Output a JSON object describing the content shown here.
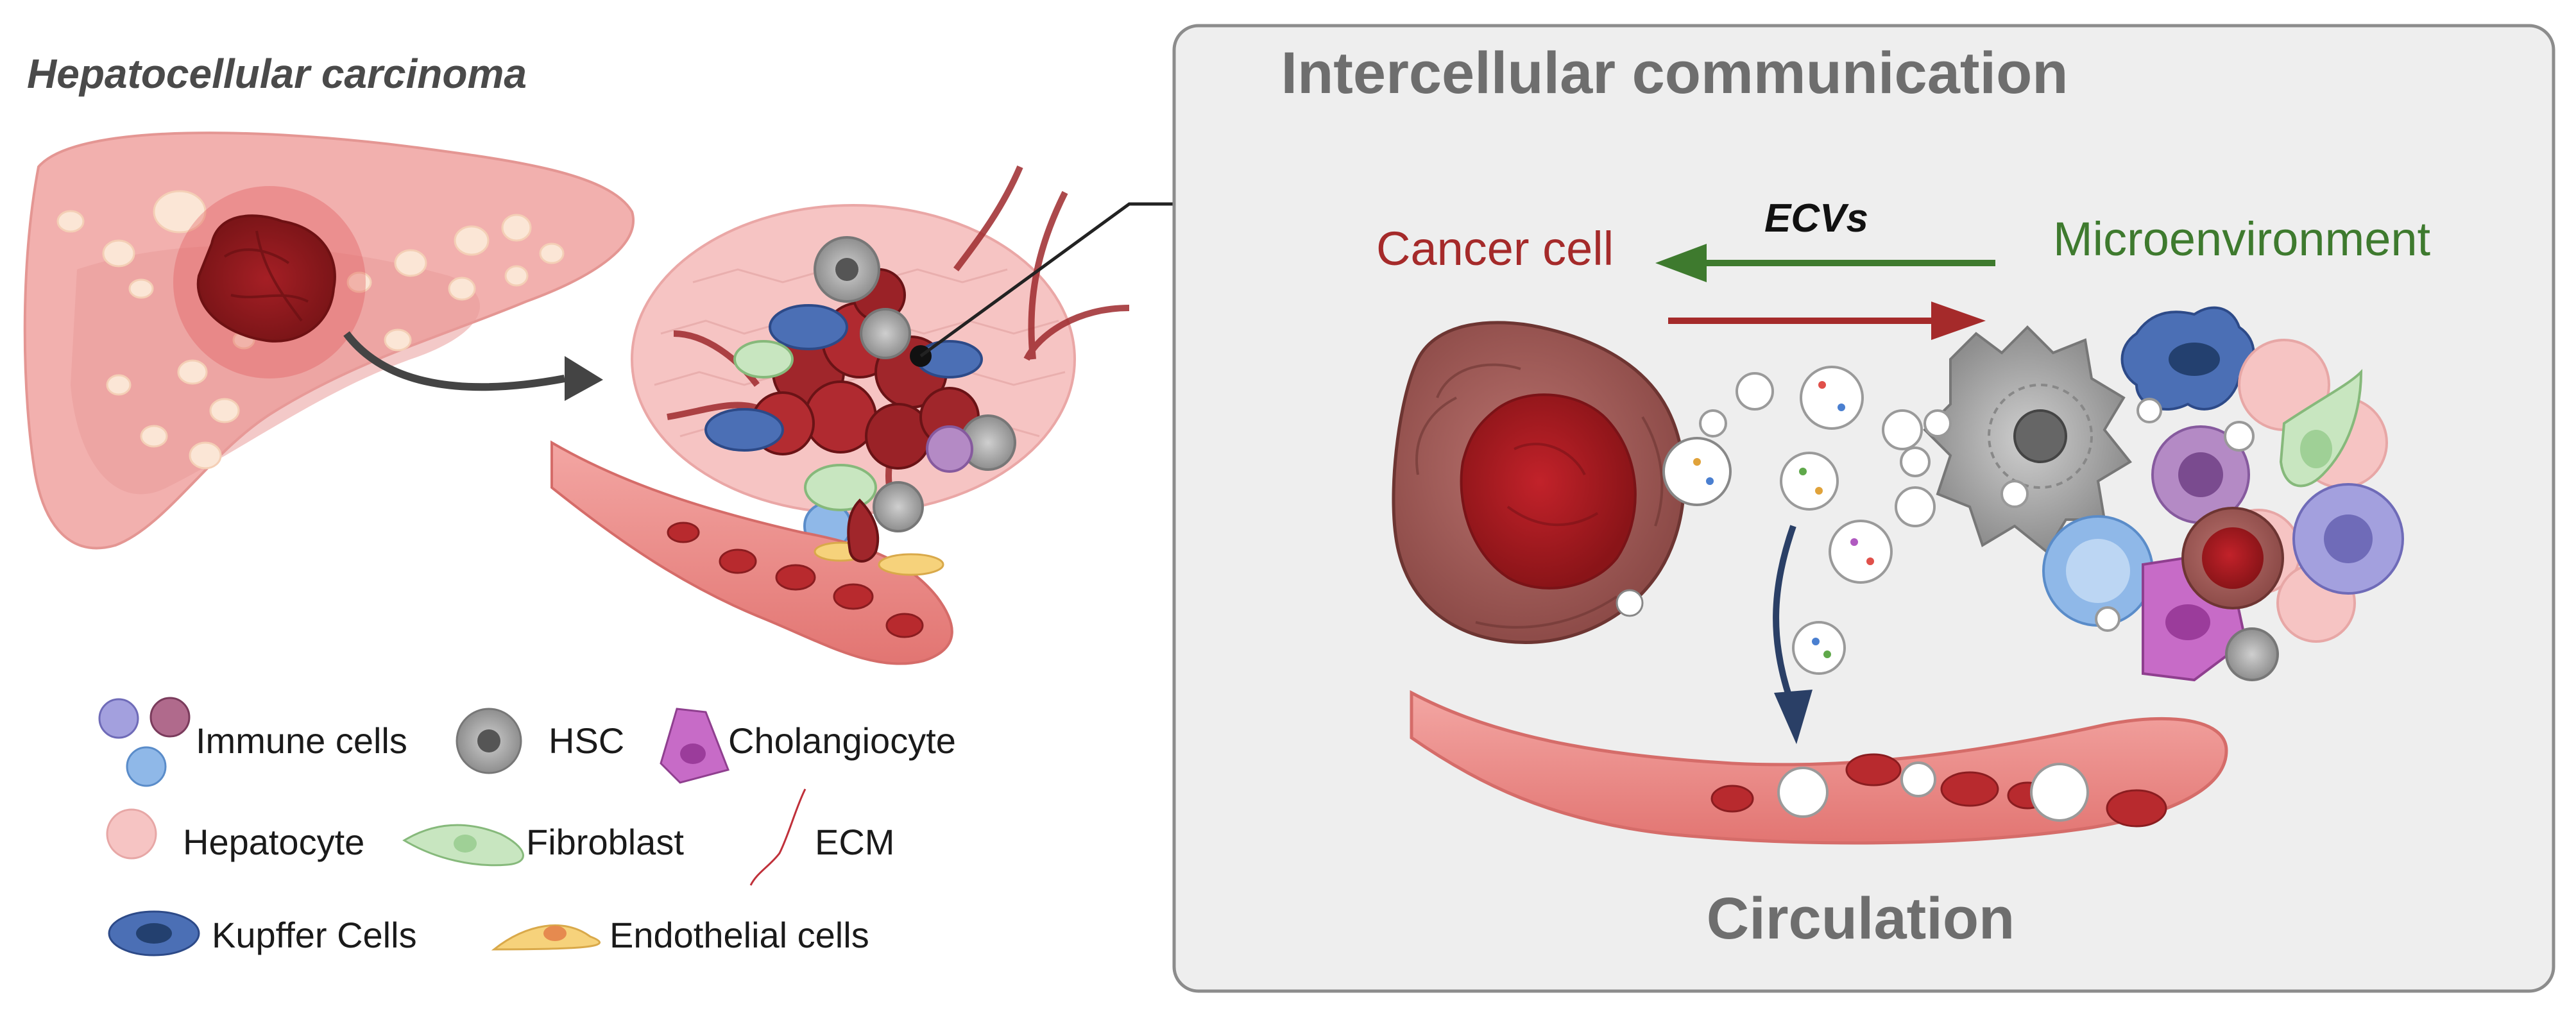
{
  "left_title": "Hepatocellular carcinoma",
  "panel": {
    "title": "Intercellular communication",
    "cancer_label": "Cancer cell",
    "micro_label": "Microenvironment",
    "ecvs_label": "ECVs",
    "circulation_label": "Circulation"
  },
  "legend": {
    "immune": "Immune cells",
    "hsc": "HSC",
    "cholangiocyte": "Cholangiocyte",
    "hepatocyte": "Hepatocyte",
    "fibroblast": "Fibroblast",
    "ecm": "ECM",
    "kupffer": "Kupffer Cells",
    "endothelial": "Endothelial cells"
  },
  "colors": {
    "cancer_red": "#a52a2a",
    "micro_green": "#3e7a2e",
    "panel_bg": "#eeeeee",
    "liver_pink": "#f2b0ae",
    "vessel_red": "#e07a78",
    "arrow_blue": "#2a3f66"
  }
}
